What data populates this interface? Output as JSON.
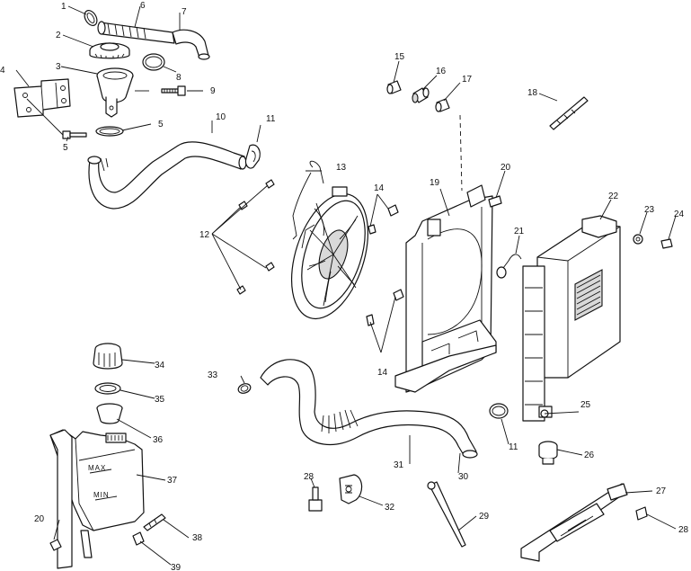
{
  "diagram": {
    "callouts": [
      "1",
      "2",
      "3",
      "4",
      "5",
      "5",
      "6",
      "7",
      "8",
      "9",
      "10",
      "11",
      "11",
      "12",
      "13",
      "14",
      "14",
      "15",
      "16",
      "17",
      "18",
      "19",
      "20",
      "20",
      "21",
      "22",
      "23",
      "24",
      "25",
      "26",
      "27",
      "28",
      "28",
      "29",
      "30",
      "31",
      "32",
      "33",
      "34",
      "35",
      "36",
      "37",
      "38",
      "39"
    ]
  },
  "tank_labels": {
    "max": "MAX",
    "min": "MIN"
  }
}
